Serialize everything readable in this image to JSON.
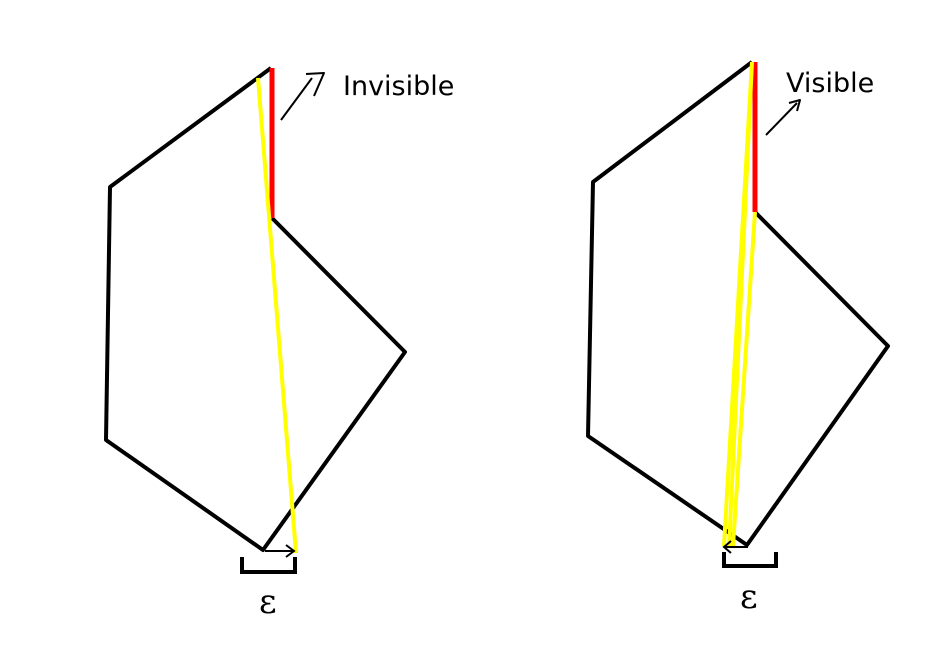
{
  "colors": {
    "background": "#ffffff",
    "outline": "#000000",
    "highlight_edge": "#ff0000",
    "ray": "#ffff00"
  },
  "panels": [
    {
      "label": "Invisible",
      "epsilon_symbol": "ε"
    },
    {
      "label": "Visible",
      "epsilon_symbol": "ε"
    }
  ]
}
